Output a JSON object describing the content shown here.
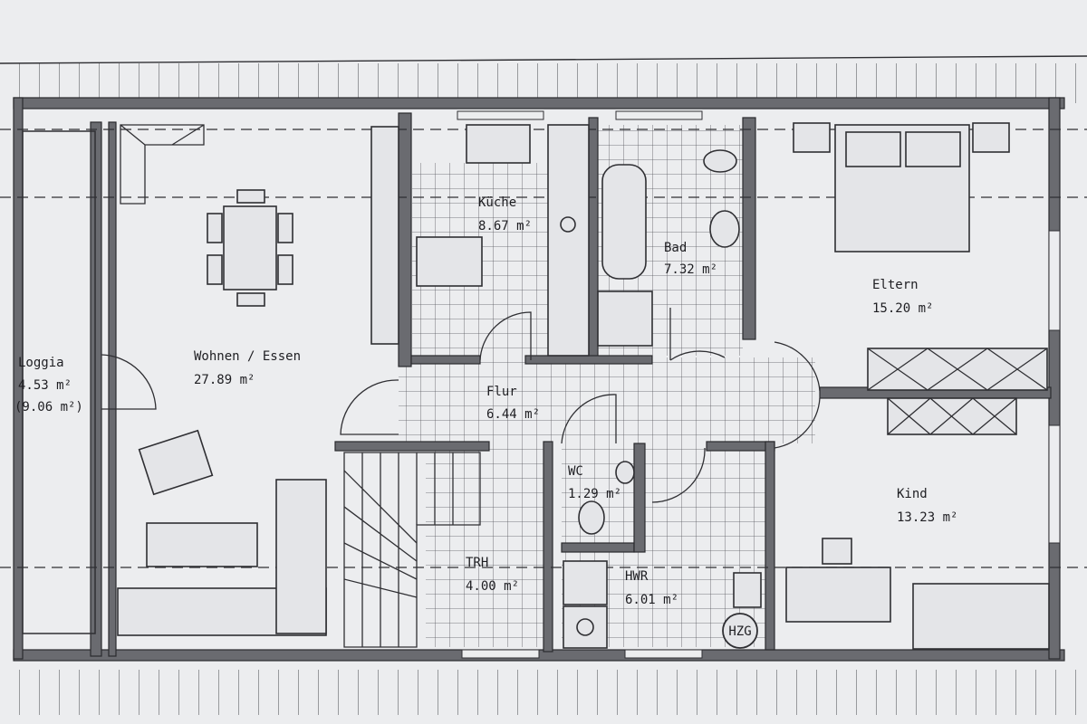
{
  "rooms": [
    {
      "id": "loggia",
      "name": "Loggia",
      "area": "4.53 m²",
      "extra": "(9.06 m²)"
    },
    {
      "id": "wohnen",
      "name": "Wohnen / Essen",
      "area": "27.89 m²"
    },
    {
      "id": "kueche",
      "name": "Küche",
      "area": "8.67 m²"
    },
    {
      "id": "bad",
      "name": "Bad",
      "area": "7.32 m²"
    },
    {
      "id": "eltern",
      "name": "Eltern",
      "area": "15.20 m²"
    },
    {
      "id": "flur",
      "name": "Flur",
      "area": "6.44 m²"
    },
    {
      "id": "wc",
      "name": "WC",
      "area": "1.29 m²"
    },
    {
      "id": "trh",
      "name": "TRH",
      "area": "4.00 m²"
    },
    {
      "id": "hwr",
      "name": "HWR",
      "area": "6.01 m²"
    },
    {
      "id": "kind",
      "name": "Kind",
      "area": "13.23 m²"
    }
  ],
  "fixtures": {
    "heater_label": "HZG"
  },
  "colors": {
    "paper": "#ecedef",
    "ink": "#2f2f33",
    "wall": "#6a6b70"
  }
}
